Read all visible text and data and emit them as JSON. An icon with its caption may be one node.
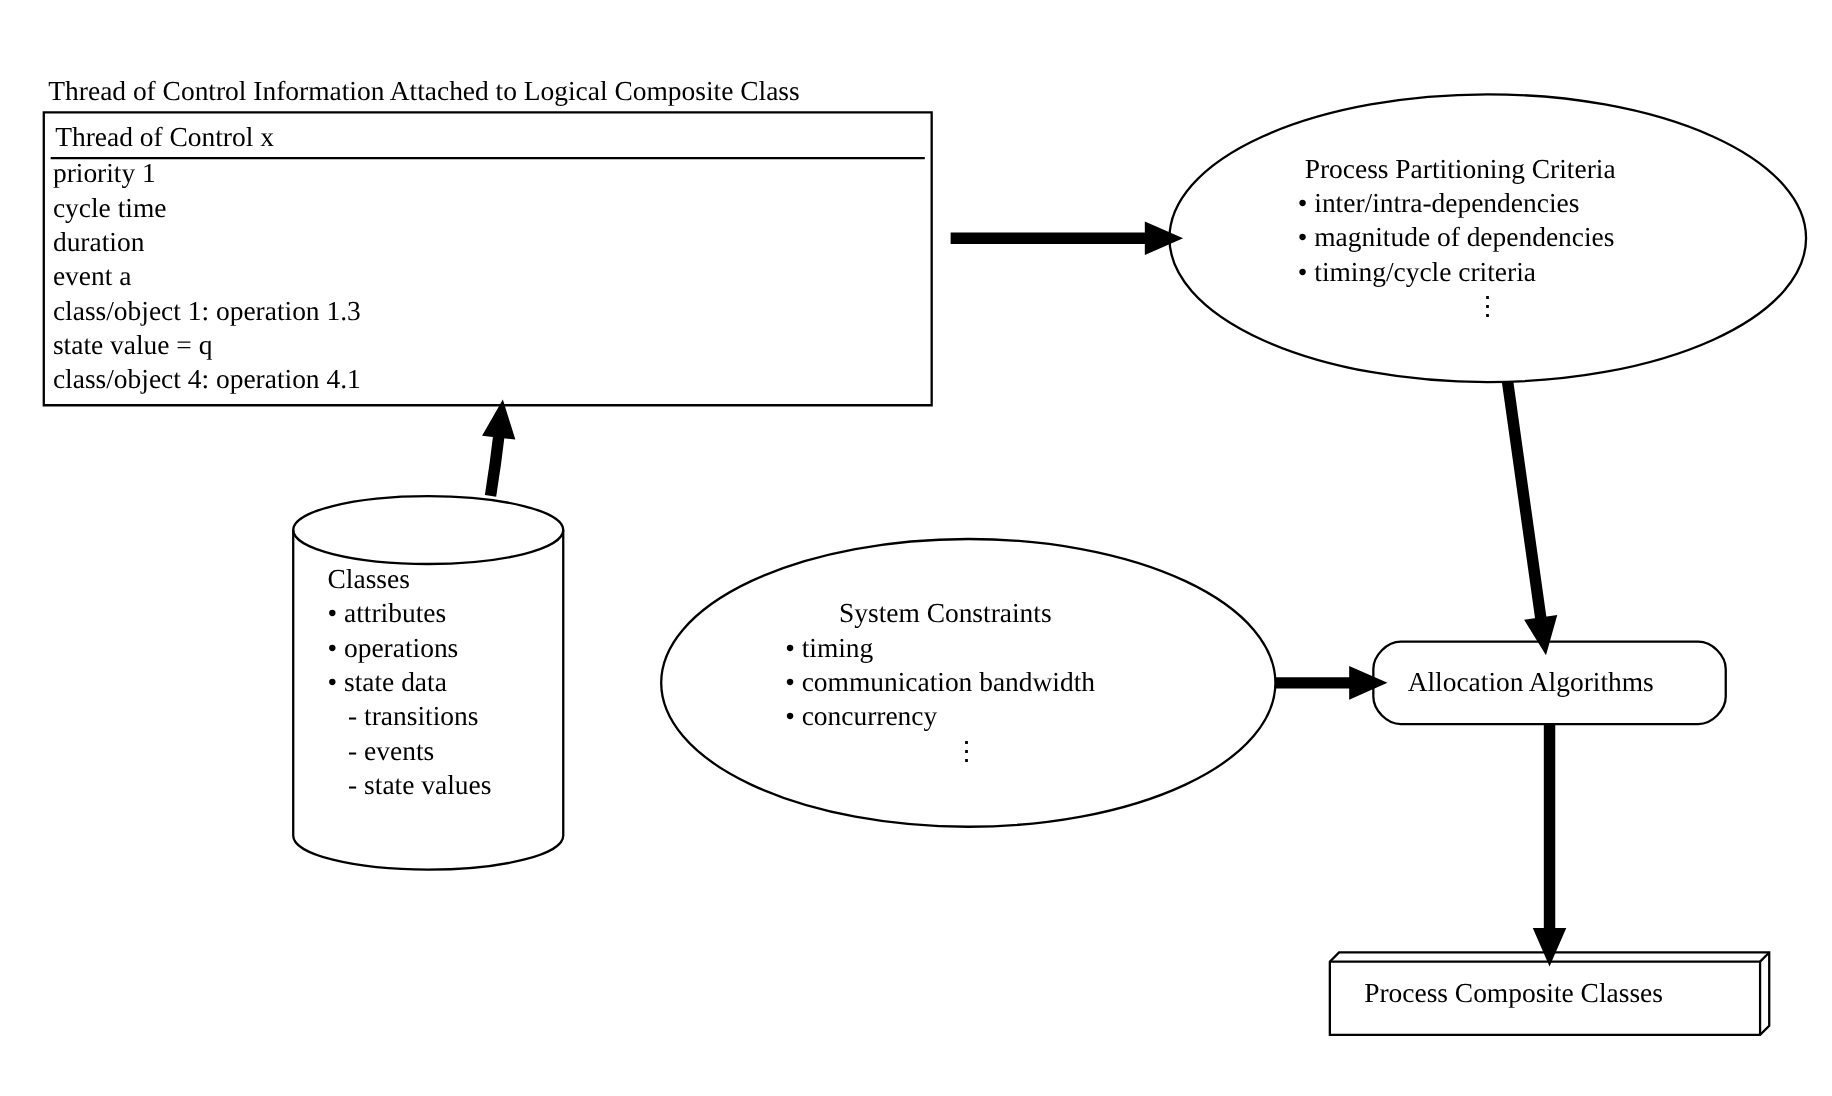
{
  "diagram": {
    "nodes": [
      {
        "text": [
          "Thread of Control Information Attached to Logical Composite Class",
          "Thread of Control x",
          "priority 1",
          "cycle time",
          "duration",
          "event a",
          "class/object 1: operation 1.3",
          "state value = q",
          "class/object 4: operation 4.1"
        ]
      },
      {
        "text": [
          "Process Partitioning Criteria",
          "• inter/intra-dependencies",
          "• magnitude of dependencies",
          "• timing/cycle criteria",
          "⋮"
        ]
      },
      {
        "text": [
          "Classes",
          "• attributes",
          "• operations",
          "• state data",
          "- transitions",
          "- events",
          "- state values"
        ]
      },
      {
        "text": [
          "Allocation Algorithms"
        ]
      },
      {
        "text": [
          "System Constraints",
          "• timing",
          "• communication bandwidth",
          "• concurrency",
          "⋮"
        ]
      },
      {
        "text": [
          "Process Composite Classes"
        ]
      }
    ],
    "edges": [
      {
        "from": 0,
        "to": 1,
        "arrow": "to"
      },
      {
        "from": 2,
        "to": 0,
        "arrow": "to"
      },
      {
        "from": 1,
        "to": 3,
        "arrow": "to"
      },
      {
        "from": 4,
        "to": 3,
        "arrow": "to"
      },
      {
        "from": 3,
        "to": 5,
        "arrow": "to"
      }
    ]
  }
}
